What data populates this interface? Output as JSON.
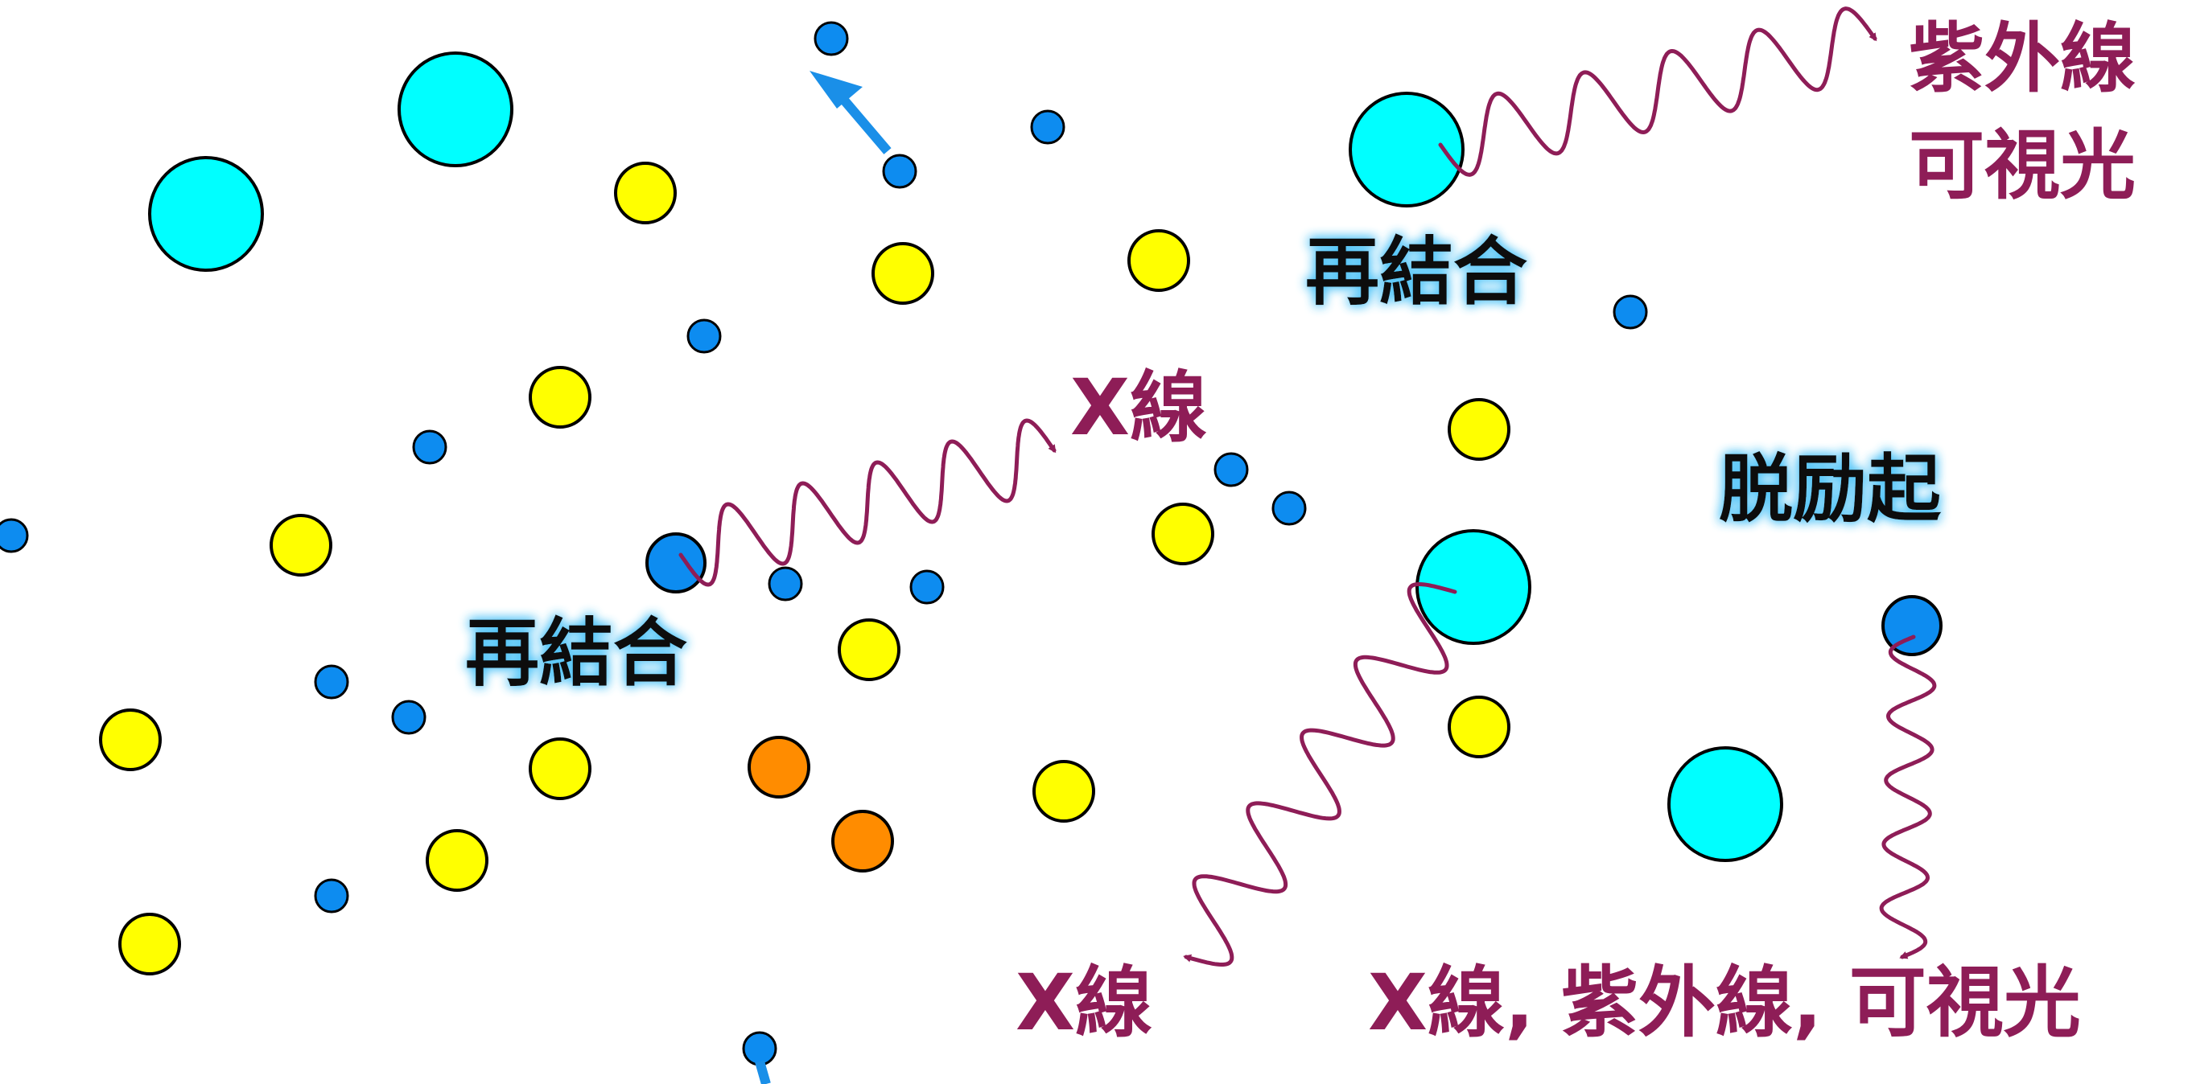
{
  "labels": {
    "recombination_upper": "再結合",
    "recombination_lower": "再結合",
    "deexcitation": "脱励起",
    "xray_center": "X線",
    "xray_bottom": "X線",
    "uv_visible_line1": "紫外線",
    "uv_visible_line2": "可視光",
    "bottom_right": "X線, 紫外線, 可視光"
  },
  "colors": {
    "ion_large": "#00ffff",
    "atom_medium": "#ffff00",
    "atom_highlight": "#ff8c00",
    "electron_small": "#0d8cf0",
    "photon_wave": "#8e1d57",
    "electron_arrow": "#1a8fe8",
    "recombination_glow": "#4fc3f7"
  }
}
